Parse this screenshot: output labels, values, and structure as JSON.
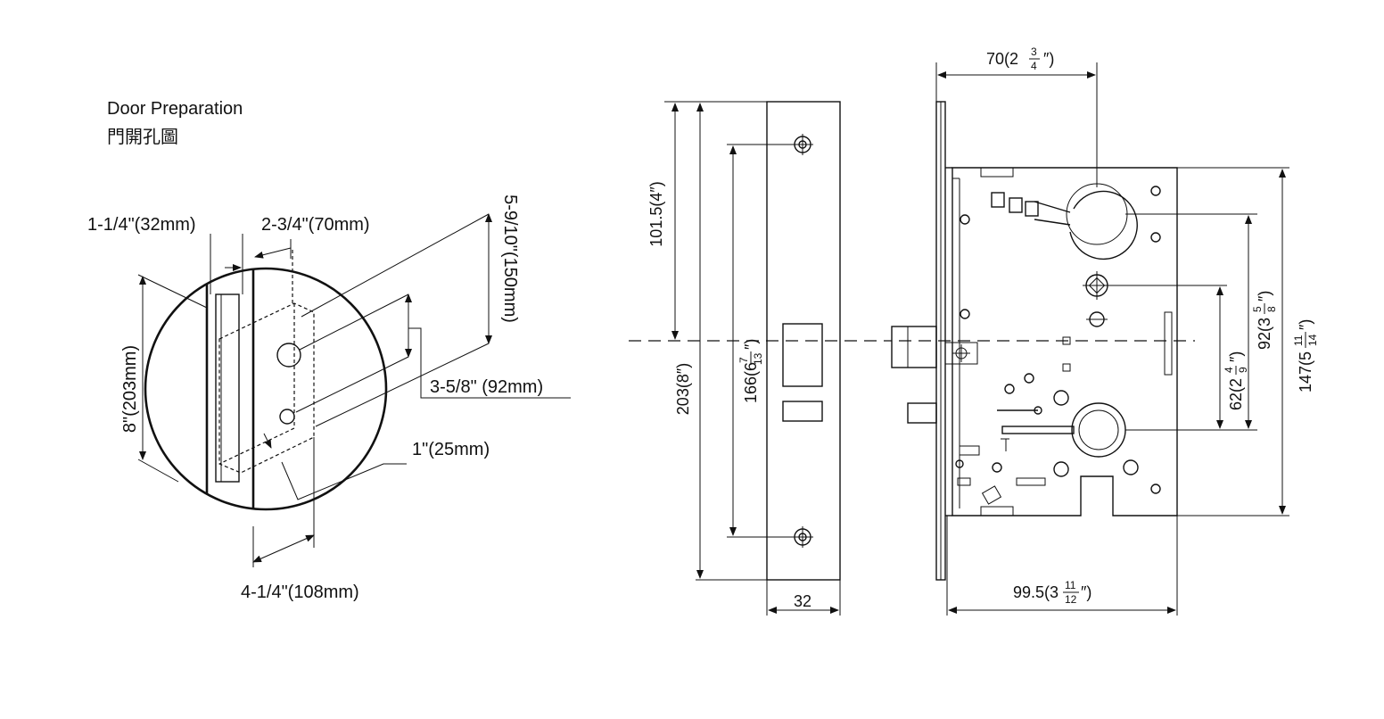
{
  "door_prep": {
    "title_en": "Door Preparation",
    "title_zh": "門開孔圖",
    "dim_backset_plate": "1-1/4\"(32mm)",
    "dim_backset": "2-3/4\"(70mm)",
    "dim_height": "8\"(203mm)",
    "dim_150": "5-9/10\"(150mm)",
    "dim_92": "3-5/8\" (92mm)",
    "dim_25": "1\"(25mm)",
    "dim_108": "4-1/4\"(108mm)"
  },
  "front_view": {
    "dim_101": "101.5(4″)",
    "dim_203": "203(8″)",
    "dim_166_main": "166(6",
    "dim_166_num": "7",
    "dim_166_den": "13",
    "dim_166_end": "″)",
    "dim_32": "32"
  },
  "side_view": {
    "dim_70_main": "70(2",
    "dim_70_num": "3",
    "dim_70_den": "4",
    "dim_70_end": "″)",
    "dim_99_main": "99.5(3",
    "dim_99_num": "11",
    "dim_99_den": "12",
    "dim_99_end": "″)",
    "dim_92_main": "92(3",
    "dim_92_num": "5",
    "dim_92_den": "8",
    "dim_92_end": "″)",
    "dim_62_main": "62(2",
    "dim_62_num": "4",
    "dim_62_den": "9",
    "dim_62_end": "″)",
    "dim_147_main": "147(5",
    "dim_147_num": "11",
    "dim_147_den": "14",
    "dim_147_end": "″)"
  }
}
